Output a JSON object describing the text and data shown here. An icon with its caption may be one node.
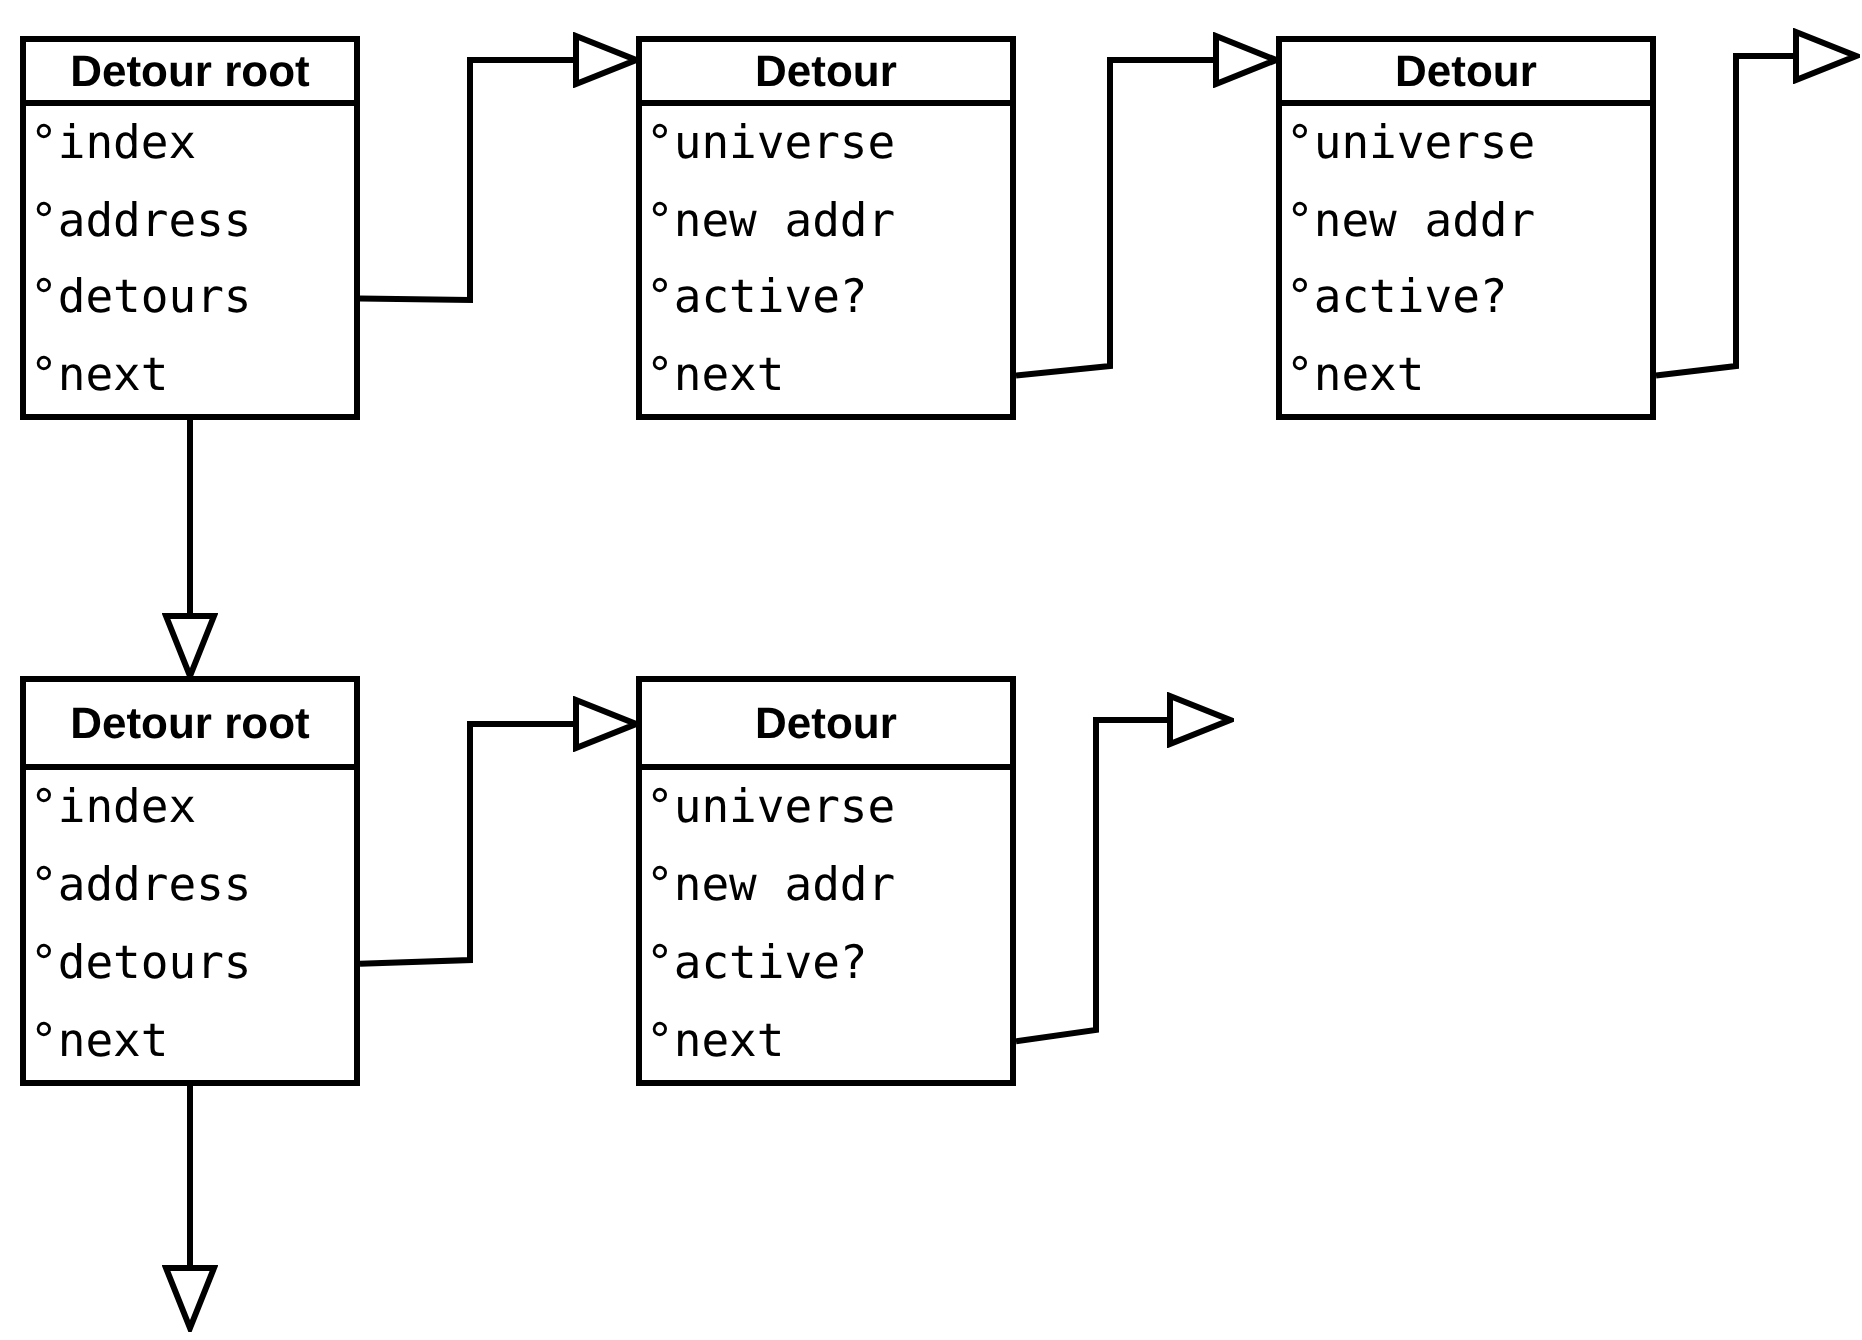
{
  "diagram": {
    "nodes": [
      {
        "text": [
          "Detour root",
          "°index",
          "°address",
          "°detours",
          "°next"
        ]
      },
      {
        "text": [
          "Detour",
          "°universe",
          "°new addr",
          "°active?",
          "°next"
        ]
      },
      {
        "text": [
          "Detour",
          "°universe",
          "°new addr",
          "°active?",
          "°next"
        ]
      },
      {
        "text": [
          "Detour root",
          "°index",
          "°address",
          "°detours",
          "°next"
        ]
      },
      {
        "text": [
          "Detour",
          "°universe",
          "°new addr",
          "°active?",
          "°next"
        ]
      }
    ],
    "edges": [
      {
        "from": 0,
        "to": 1,
        "arrow": "to"
      },
      {
        "from": 1,
        "to": 2,
        "arrow": "to"
      },
      {
        "from": 2,
        "to": null,
        "arrow": "to"
      },
      {
        "from": 0,
        "to": 3,
        "arrow": "to"
      },
      {
        "from": 3,
        "to": 4,
        "arrow": "to"
      },
      {
        "from": 4,
        "to": null,
        "arrow": "to"
      },
      {
        "from": 3,
        "to": null,
        "arrow": "to"
      }
    ]
  }
}
